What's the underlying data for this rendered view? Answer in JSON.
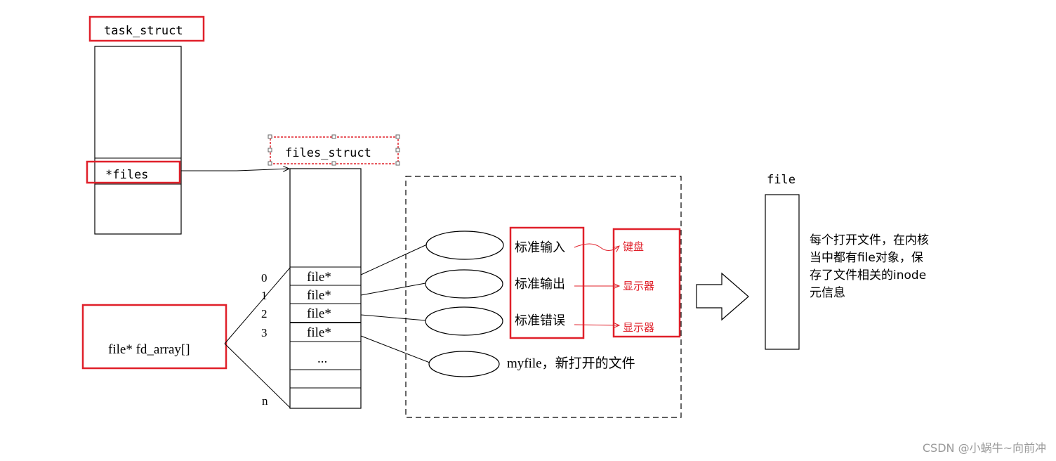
{
  "task_struct": {
    "title": "task_struct",
    "files_field": "*files"
  },
  "files_struct": {
    "title": "files_struct",
    "fd_array_label": "file* fd_array[]",
    "indices": [
      "0",
      "1",
      "2",
      "3",
      "n"
    ],
    "slots": [
      "file*",
      "file*",
      "file*",
      "file*",
      "..."
    ]
  },
  "streams": [
    {
      "label": "标准输入",
      "device": "键盘"
    },
    {
      "label": "标准输出",
      "device": "显示器"
    },
    {
      "label": "标准错误",
      "device": "显示器"
    }
  ],
  "myfile_label": "myfile，新打开的文件",
  "file_object": {
    "title": "file",
    "description_lines": [
      "每个打开文件，在内核",
      "当中都有file对象，保",
      "存了文件相关的inode",
      "元信息"
    ]
  },
  "watermark": "CSDN @小蜗牛~向前冲",
  "colors": {
    "highlight": "#e0202a",
    "line": "#000000",
    "watermark": "#9a9a9a"
  }
}
